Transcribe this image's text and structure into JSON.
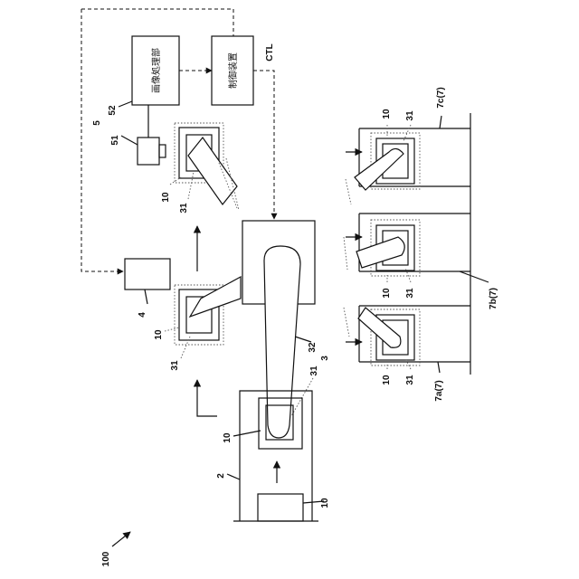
{
  "labels": {
    "system": "100",
    "controller_box": "制御装置",
    "controller_tag": "CTL",
    "image_proc_box": "画像処理部",
    "image_proc_ref": "52",
    "camera_unit": "5",
    "camera_ref": "51",
    "device_4": "4",
    "conveyor": "2",
    "robot": "3",
    "robot_arm_ref": "32",
    "cup_ref": "31",
    "workpiece_ref": "10",
    "station_a": "7a(7)",
    "station_b": "7b(7)",
    "station_c": "7c(7)"
  }
}
